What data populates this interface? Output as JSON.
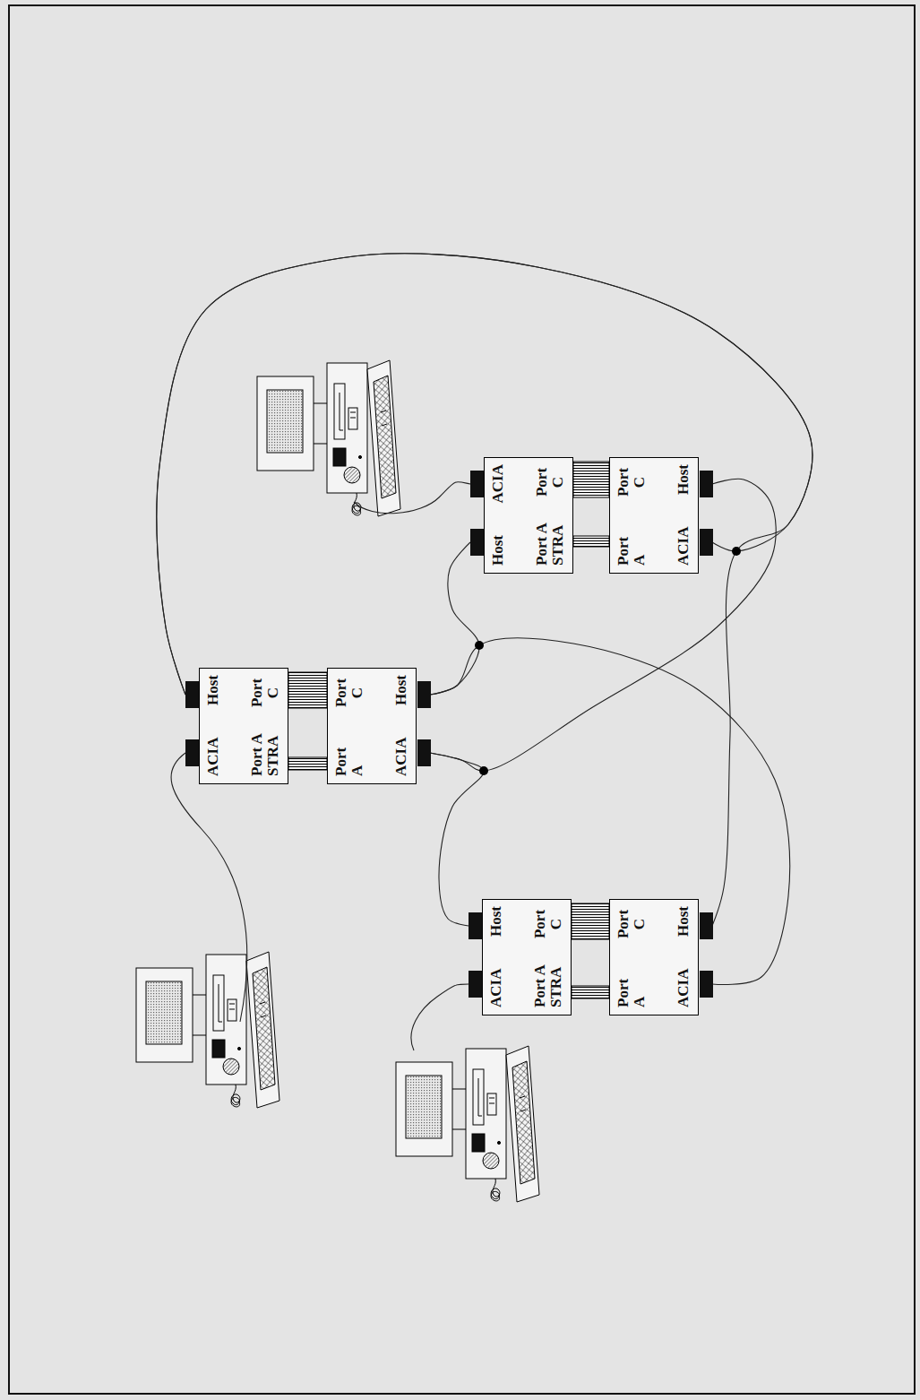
{
  "diagram": {
    "nodes": [
      {
        "text": [
          "ACIA",
          "Host",
          "Port A STRA",
          "Port C"
        ]
      },
      {
        "text": [
          "Port A",
          "Port C",
          "ACIA",
          "Host"
        ]
      },
      {
        "text": [
          "Host",
          "ACIA",
          "Port A STRA",
          "Port C"
        ]
      },
      {
        "text": [
          "Port A",
          "Port C",
          "ACIA",
          "Host"
        ]
      },
      {
        "text": [
          "ACIA",
          "Host",
          "Port A STRA",
          "Port C"
        ]
      },
      {
        "text": [
          "Port A",
          "Port C",
          "ACIA",
          "Host"
        ]
      }
    ],
    "edges": [
      {
        "from": 0,
        "to": 1,
        "arrow": "none"
      },
      {
        "from": 0,
        "to": 1,
        "arrow": "none"
      },
      {
        "from": 2,
        "to": 3,
        "arrow": "none"
      },
      {
        "from": 2,
        "to": 3,
        "arrow": "none"
      },
      {
        "from": 4,
        "to": 5,
        "arrow": "none"
      },
      {
        "from": 4,
        "to": 5,
        "arrow": "none"
      },
      {
        "from": 0,
        "to": 3,
        "arrow": "none"
      },
      {
        "from": 0,
        "to": 5,
        "arrow": "none"
      },
      {
        "from": 1,
        "to": 2,
        "arrow": "none"
      },
      {
        "from": 1,
        "to": 5,
        "arrow": "none"
      },
      {
        "from": 1,
        "to": 4,
        "arrow": "none"
      },
      {
        "from": 1,
        "to": 3,
        "arrow": "none"
      }
    ]
  }
}
